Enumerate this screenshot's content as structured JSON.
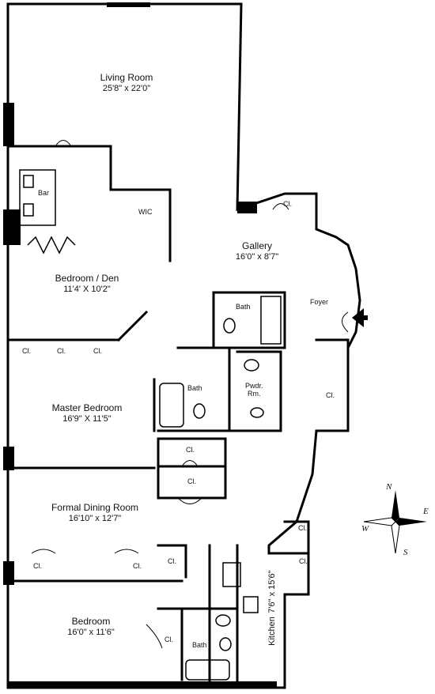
{
  "rooms": {
    "living": {
      "name": "Living Room",
      "dim": "25'8\" x 22'0\""
    },
    "gallery": {
      "name": "Gallery",
      "dim": "16'0\" x 8'7\""
    },
    "bedroom_den": {
      "name": "Bedroom / Den",
      "dim": "11'4' X 10'2\""
    },
    "master": {
      "name": "Master Bedroom",
      "dim": "16'9\" X 11'5\""
    },
    "dining": {
      "name": "Formal Dining Room",
      "dim": "16'10\" x 12'7\""
    },
    "bedroom": {
      "name": "Bedroom",
      "dim": "16'0\" x 11'6\""
    },
    "kitchen": {
      "name": "Kitchen",
      "dim": "7'6\" x 15'6\""
    }
  },
  "labels": {
    "bar": "Bar",
    "wic": "WIC",
    "cl": "Cl.",
    "bath": "Bath",
    "foyer": "Foyer",
    "pwdr_line1": "Pwdr.",
    "pwdr_line2": "Rm."
  },
  "compass": {
    "n": "N",
    "s": "S",
    "e": "E",
    "w": "W"
  }
}
